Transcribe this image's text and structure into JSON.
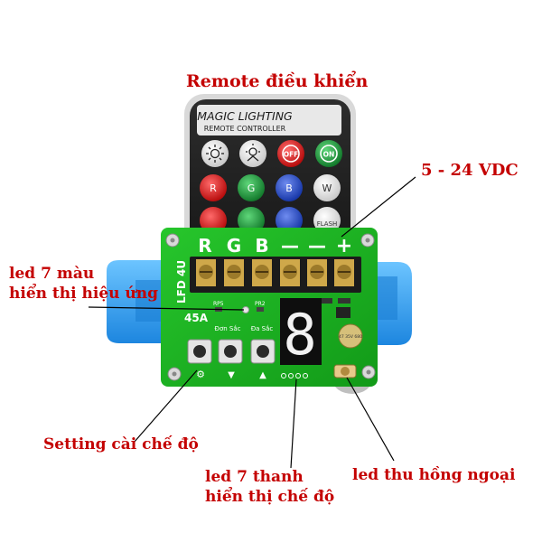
{
  "title": "Remote điều khiển",
  "remote": {
    "brand": "MAGIC LIGHTING",
    "subtitle": "REMOTE CONTROLLER",
    "buttons": {
      "off": "OFF",
      "on": "ON",
      "r": "R",
      "g": "G",
      "b": "B",
      "w": "W",
      "flash": "FLASH"
    }
  },
  "board": {
    "terminal_labels": [
      "R",
      "G",
      "B",
      "—",
      "—",
      "+"
    ],
    "model": "LFD 4U",
    "current": "45A",
    "rp5": "RP5",
    "pr2": "PR2",
    "mode_single": "Đơn Sắc",
    "mode_multi": "Đa Sắc",
    "capacitor": "47 35V 680",
    "display_digit": "8"
  },
  "labels": {
    "voltage": "5 - 24 VDC",
    "led7_line1": "led 7 màu",
    "led7_line2": "hiển thị hiệu ứng",
    "setting": "Setting cài chế độ",
    "seg_line1": "led 7 thanh",
    "seg_line2": "hiển thị chế độ",
    "ir": "led thu hồng ngoại"
  },
  "colors": {
    "label": "#c40000",
    "pcb": "#19b51e",
    "housing": "#2a9cf0",
    "red_button": "#d81b1b",
    "green_button": "#1e9b3a",
    "blue_button": "#1f4fc8"
  }
}
